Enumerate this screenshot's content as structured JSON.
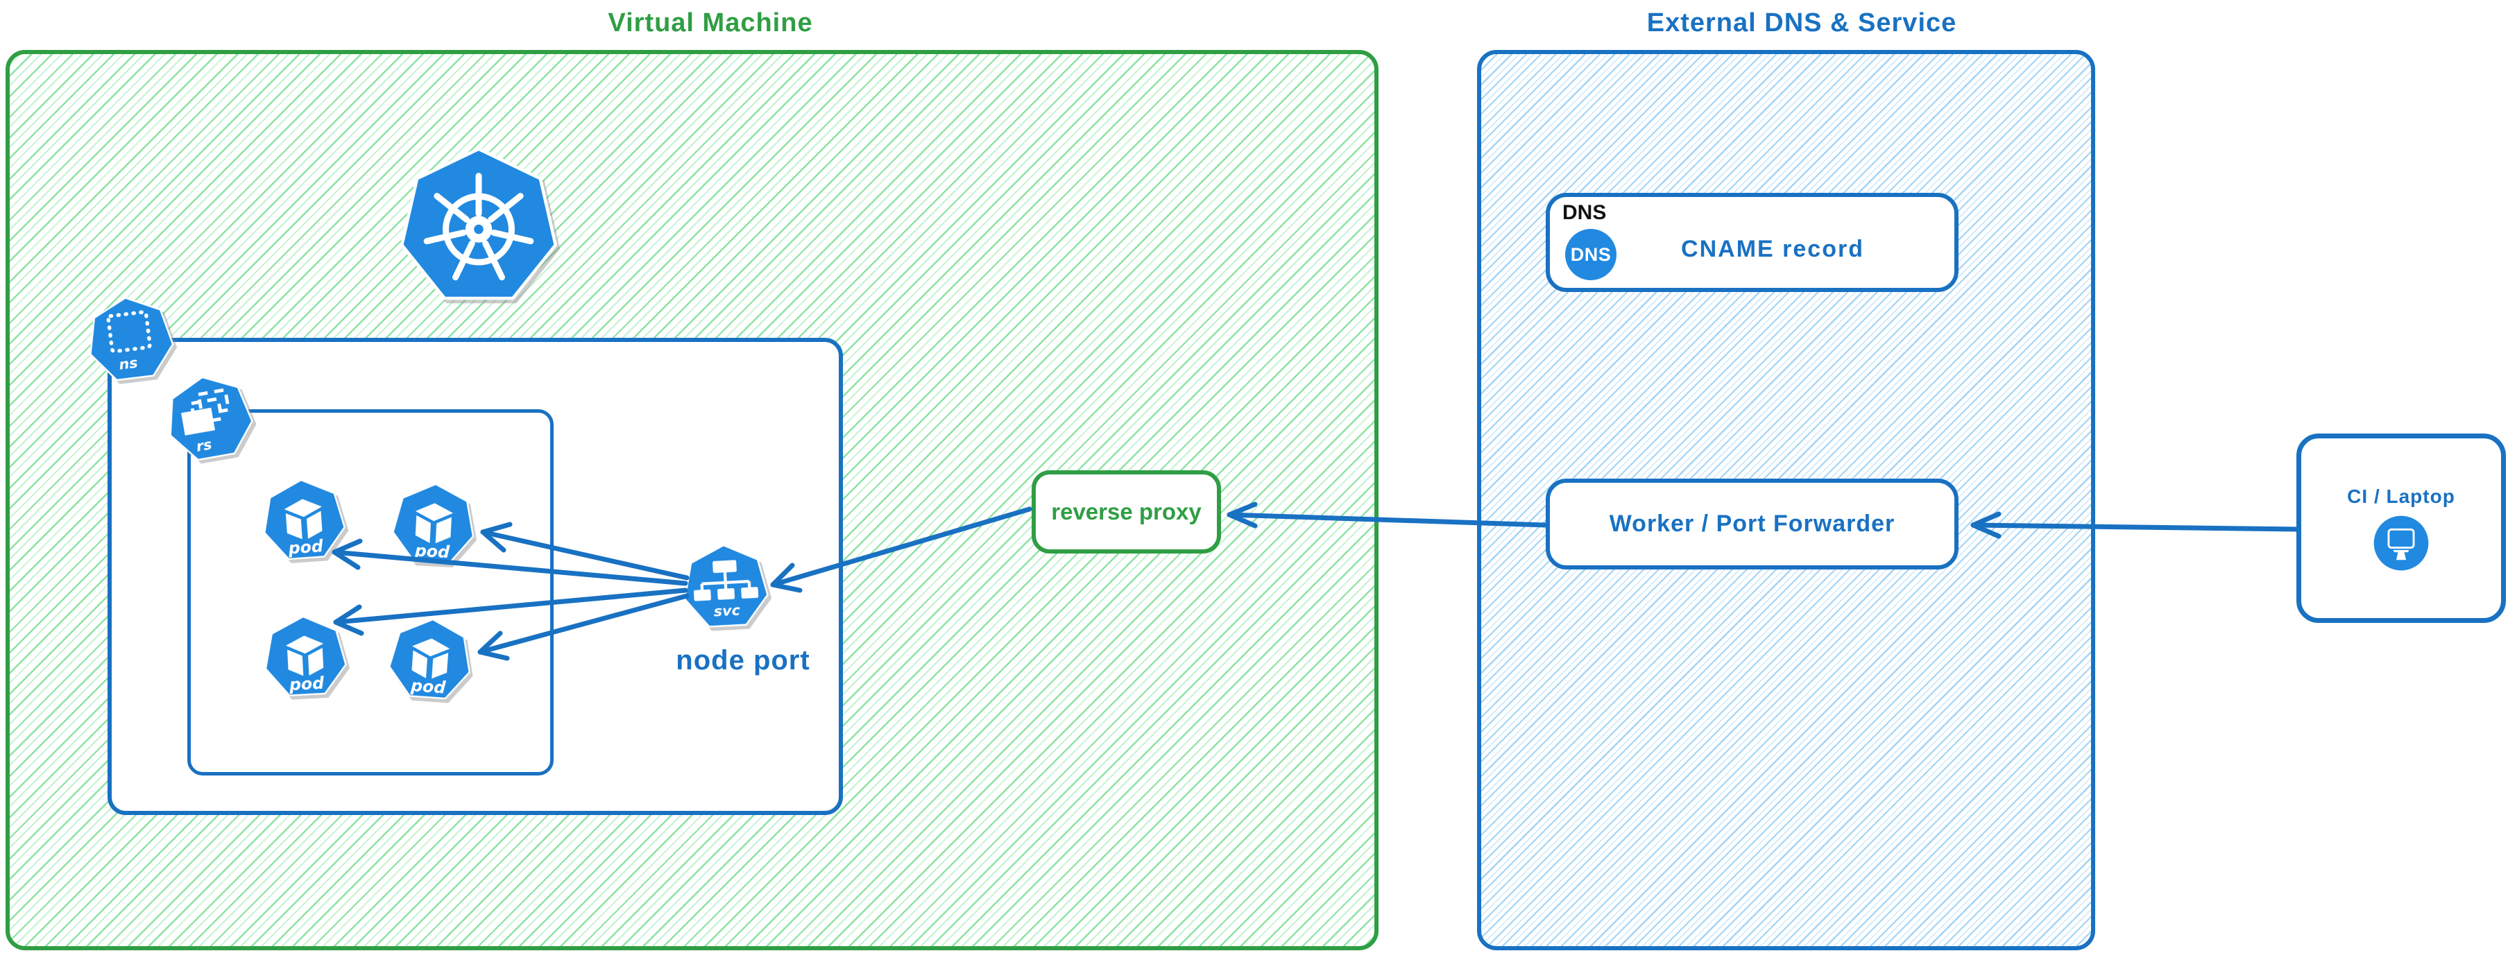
{
  "colors": {
    "green": "#2f9e44",
    "green_hatch": "#8ce3a1",
    "green_hatch_light": "#c4f2d0",
    "blue": "#1971c2",
    "blue_hatch": "#a2d4f7",
    "blue_hatch_light": "#cfe9fc",
    "icon_blue": "#2189e0",
    "ink": "#111111"
  },
  "groups": {
    "vm": {
      "title": "Virtual Machine"
    },
    "external": {
      "title": "External DNS & Service"
    }
  },
  "namespace": {
    "label": "ns"
  },
  "replicaset": {
    "label": "rs"
  },
  "pods": [
    {
      "label": "pod"
    },
    {
      "label": "pod"
    },
    {
      "label": "pod"
    },
    {
      "label": "pod"
    }
  ],
  "service": {
    "label": "svc",
    "caption": "node port"
  },
  "reverse_proxy": {
    "label": "reverse proxy"
  },
  "dns": {
    "tag": "DNS",
    "badge": "DNS",
    "record": "CNAME record"
  },
  "worker": {
    "label": "Worker / Port Forwarder"
  },
  "client": {
    "label": "CI / Laptop"
  }
}
